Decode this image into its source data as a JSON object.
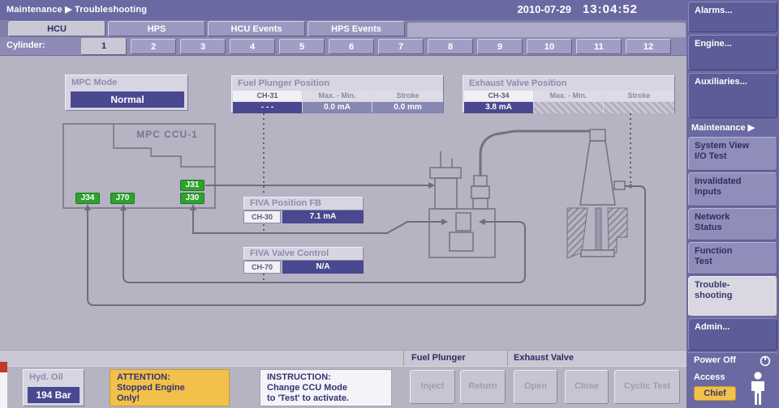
{
  "colors": {
    "navy": "#494890",
    "yellow": "#f1c14a",
    "green": "#2fa12f",
    "bar_blue": "#6a69a1"
  },
  "header": {
    "breadcrumb": "Maintenance ▶ Troubleshooting",
    "date": "2010-07-29",
    "time": "13:04:52"
  },
  "tabs": [
    {
      "label": "HCU",
      "active": true
    },
    {
      "label": "HPS",
      "active": false
    },
    {
      "label": "HCU Events",
      "active": false
    },
    {
      "label": "HPS Events",
      "active": false
    }
  ],
  "cylinders": {
    "label": "Cylinder:",
    "selected": "1",
    "numbers": [
      "1",
      "2",
      "3",
      "4",
      "5",
      "6",
      "7",
      "8",
      "9",
      "10",
      "11",
      "12"
    ]
  },
  "diagram": {
    "mpc_mode": {
      "label": "MPC Mode",
      "value": "Normal"
    },
    "ccu": {
      "title": "MPC  CCU-1",
      "connectors": {
        "j34": "J34",
        "j70": "J70",
        "j31": "J31",
        "j30": "J30"
      }
    },
    "fuel_plunger_position": {
      "title": "Fuel Plunger Position",
      "col1": "CH-31",
      "col2": "Max. - Min.",
      "col3": "Stroke",
      "val1": "- - -",
      "val2": "0.0 mA",
      "val3": "0.0 mm"
    },
    "exhaust_valve_position": {
      "title": "Exhaust Valve Position",
      "col1": "CH-34",
      "col2": "Max. - Min.",
      "col3": "Stroke",
      "val1": "3.8 mA"
    },
    "fiva_position_fb": {
      "title": "FIVA Position FB",
      "channel": "CH-30",
      "value": "7.1 mA"
    },
    "fiva_valve_control": {
      "title": "FIVA Valve Control",
      "channel": "CH-70",
      "value": "N/A"
    }
  },
  "sidebar": {
    "alarms": "Alarms...",
    "engine": "Engine...",
    "auxiliaries": "Auxiliaries...",
    "maintenance": "Maintenance ▶",
    "system_view": "System View\nI/O Test",
    "invalidated": "Invalidated\nInputs",
    "network": "Network\nStatus",
    "function_test": "Function\nTest",
    "troubleshooting": "Trouble-\nshooting",
    "admin": "Admin...",
    "power_off": "Power Off",
    "access": "Access",
    "access_level": "Chief"
  },
  "bottom": {
    "hyd_oil": {
      "label": "Hyd. Oil",
      "value": "194 Bar"
    },
    "attention": "ATTENTION:\nStopped Engine\nOnly!",
    "instruction": "INSTRUCTION:\nChange CCU Mode\nto 'Test' to activate.",
    "fuel_plunger": {
      "label": "Fuel Plunger",
      "inject": "Inject",
      "return_btn": "Return"
    },
    "exhaust_valve": {
      "label": "Exhaust Valve",
      "open": "Open",
      "close": "Close",
      "cyclic_test": "Cyclic Test"
    }
  }
}
